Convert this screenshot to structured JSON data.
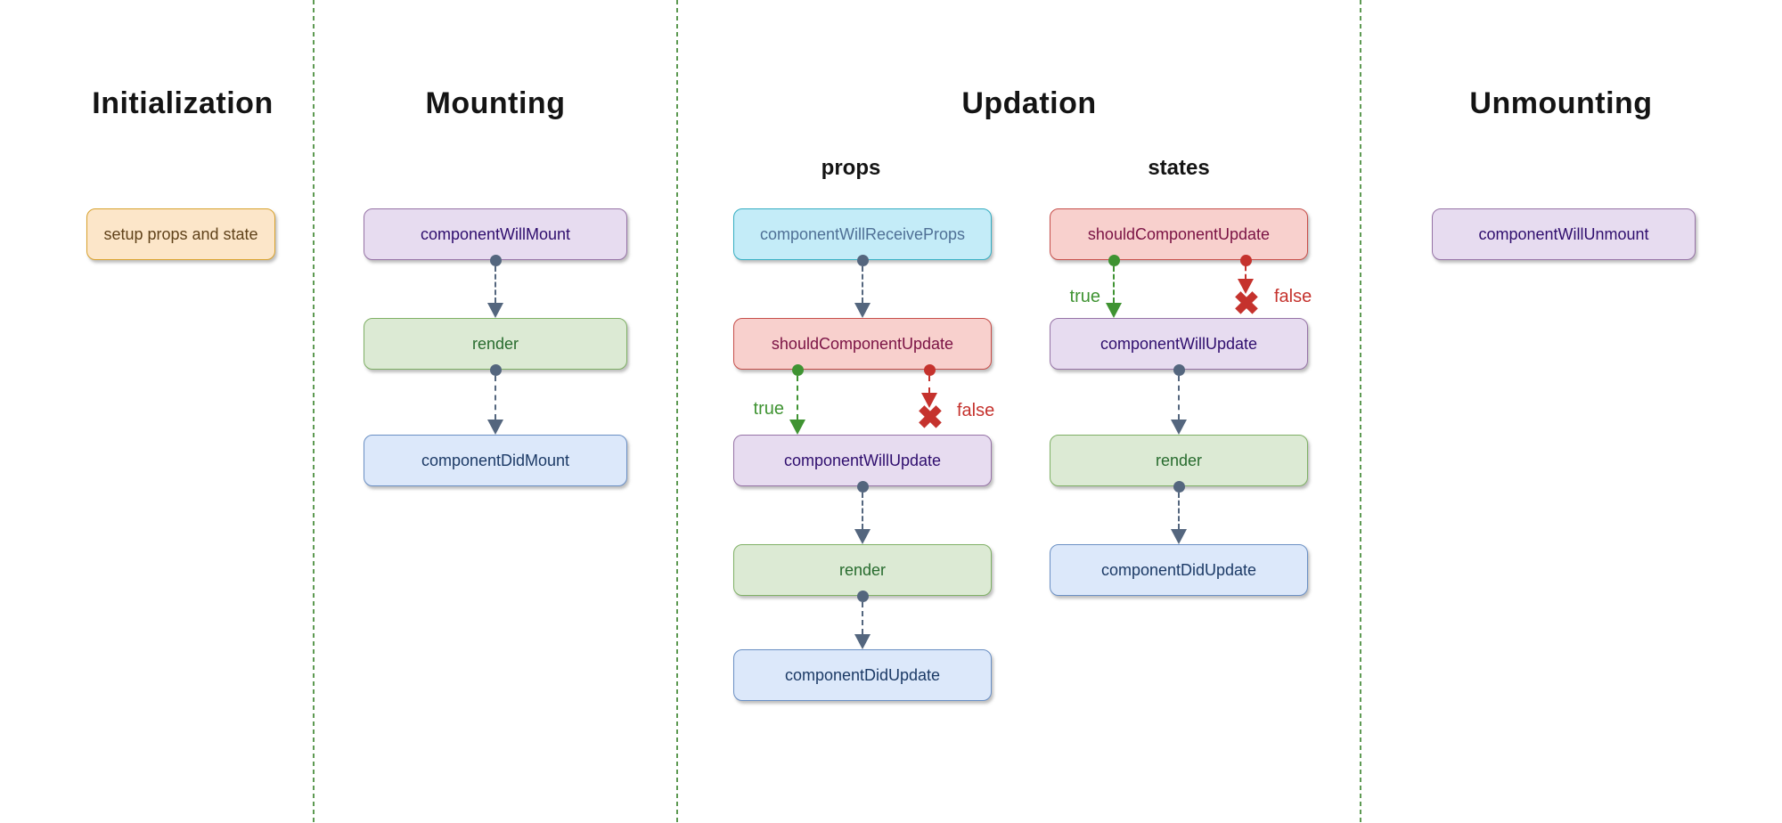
{
  "sections": {
    "initialization": {
      "title": "Initialization",
      "nodes": {
        "setup": {
          "label": "setup props and state",
          "color": "orange"
        }
      }
    },
    "mounting": {
      "title": "Mounting",
      "nodes": {
        "componentWillMount": {
          "label": "componentWillMount",
          "color": "purple"
        },
        "render": {
          "label": "render",
          "color": "green"
        },
        "componentDidMount": {
          "label": "componentDidMount",
          "color": "blue"
        }
      }
    },
    "updation": {
      "title": "Updation",
      "columns": {
        "props": {
          "header": "props",
          "nodes": {
            "componentWillReceiveProps": {
              "label": "componentWillReceiveProps",
              "color": "cyan"
            },
            "shouldComponentUpdate": {
              "label": "shouldComponentUpdate",
              "color": "red"
            },
            "componentWillUpdate": {
              "label": "componentWillUpdate",
              "color": "purple"
            },
            "render": {
              "label": "render",
              "color": "green"
            },
            "componentDidUpdate": {
              "label": "componentDidUpdate",
              "color": "blue"
            }
          }
        },
        "states": {
          "header": "states",
          "nodes": {
            "shouldComponentUpdate": {
              "label": "shouldComponentUpdate",
              "color": "red"
            },
            "componentWillUpdate": {
              "label": "componentWillUpdate",
              "color": "purple"
            },
            "render": {
              "label": "render",
              "color": "green"
            },
            "componentDidUpdate": {
              "label": "componentDidUpdate",
              "color": "blue"
            }
          }
        }
      }
    },
    "unmounting": {
      "title": "Unmounting",
      "nodes": {
        "componentWillUnmount": {
          "label": "componentWillUnmount",
          "color": "purple"
        }
      }
    }
  },
  "branch_labels": {
    "true": "true",
    "false": "false"
  },
  "icons": {
    "false_x_icon": "✖"
  },
  "colors": {
    "node_orange_fill": "#fce6c9",
    "node_orange_border": "#d8a22e",
    "node_orange_text": "#60421a",
    "node_purple_fill": "#e7dcf0",
    "node_purple_border": "#9673a6",
    "node_purple_text": "#2f0e6e",
    "node_green_fill": "#dcead4",
    "node_green_border": "#7fb065",
    "node_green_text": "#276b2e",
    "node_blue_fill": "#dce8fa",
    "node_blue_border": "#6a8fc4",
    "node_blue_text": "#1c3a66",
    "node_cyan_fill": "#c4ecf8",
    "node_cyan_border": "#35aec2",
    "node_cyan_text": "#4f7096",
    "node_red_fill": "#f8d0cd",
    "node_red_border": "#c64e4a",
    "node_red_text": "#7a1244",
    "arrow_default": "#54667e",
    "arrow_true": "#3f9332",
    "arrow_false": "#c5322d",
    "divider_dashed": "#5d9a52"
  }
}
